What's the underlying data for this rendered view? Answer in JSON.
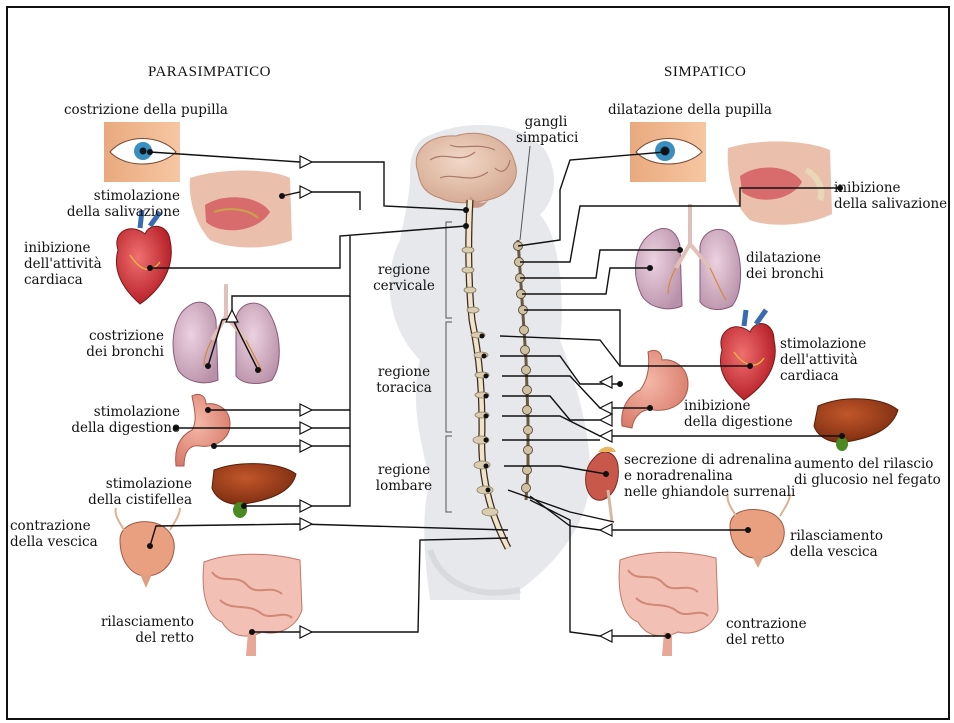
{
  "headers": {
    "left": "PARASIMPATICO",
    "right": "SIMPATICO"
  },
  "center": {
    "gangli": "gangli\nsimpatici",
    "cervical": "regione\ncervicale",
    "thoracic": "regione\ntoracica",
    "lumbar": "regione\nlombare"
  },
  "parasympathetic": {
    "pupil": "costrizione della pupilla",
    "saliva": "stimolazione\ndella salivazione",
    "heart": "inibizione\ndell'attività\ncardiaca",
    "bronchi": "costrizione\ndei bronchi",
    "digestion": "stimolazione\ndella digestione",
    "gallbladder": "stimolazione\ndella cistifellea",
    "bladder": "contrazione\ndella vescica",
    "rectum": "rilasciamento\ndel retto"
  },
  "sympathetic": {
    "pupil": "dilatazione della pupilla",
    "saliva": "inibizione\ndella salivazione",
    "bronchi": "dilatazione\ndei bronchi",
    "heart": "stimolazione\ndell'attività\ncardiaca",
    "digestion": "inibizione\ndella digestione",
    "liver": "aumento del rilascio\ndi glucosio nel fegato",
    "adrenal": "secrezione di adrenalina\ne noradrenalina\nnelle ghiandole surrenali",
    "bladder": "rilasciamento\ndella vescica",
    "rectum": "contrazione\ndel retto"
  }
}
